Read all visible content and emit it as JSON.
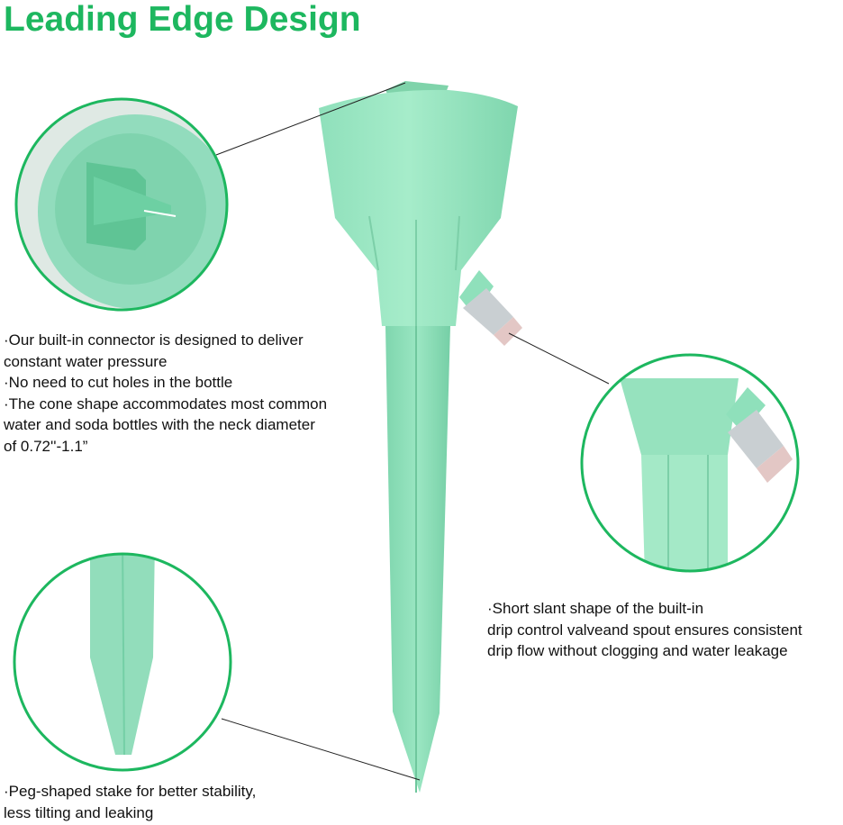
{
  "title": "Leading Edge Design",
  "colors": {
    "accent": "#1db75f",
    "product": "#8fe0bb",
    "product_shade": "#6fcfa4",
    "valve_cap": "#c9cfd2"
  },
  "captions": {
    "connector": [
      "·Our built-in connector is designed to deliver",
      "constant water pressure",
      "·No need to cut holes in the bottle",
      "·The cone shape accommodates most common",
      "water and soda bottles with the neck diameter",
      "of 0.72''-1.1”"
    ],
    "valve": [
      "·Short slant shape of the built-in",
      "drip control valveand spout ensures consistent",
      "drip flow without clogging and water leakage"
    ],
    "stake": [
      "·Peg-shaped stake for better stability,",
      "less tilting and leaking"
    ]
  }
}
